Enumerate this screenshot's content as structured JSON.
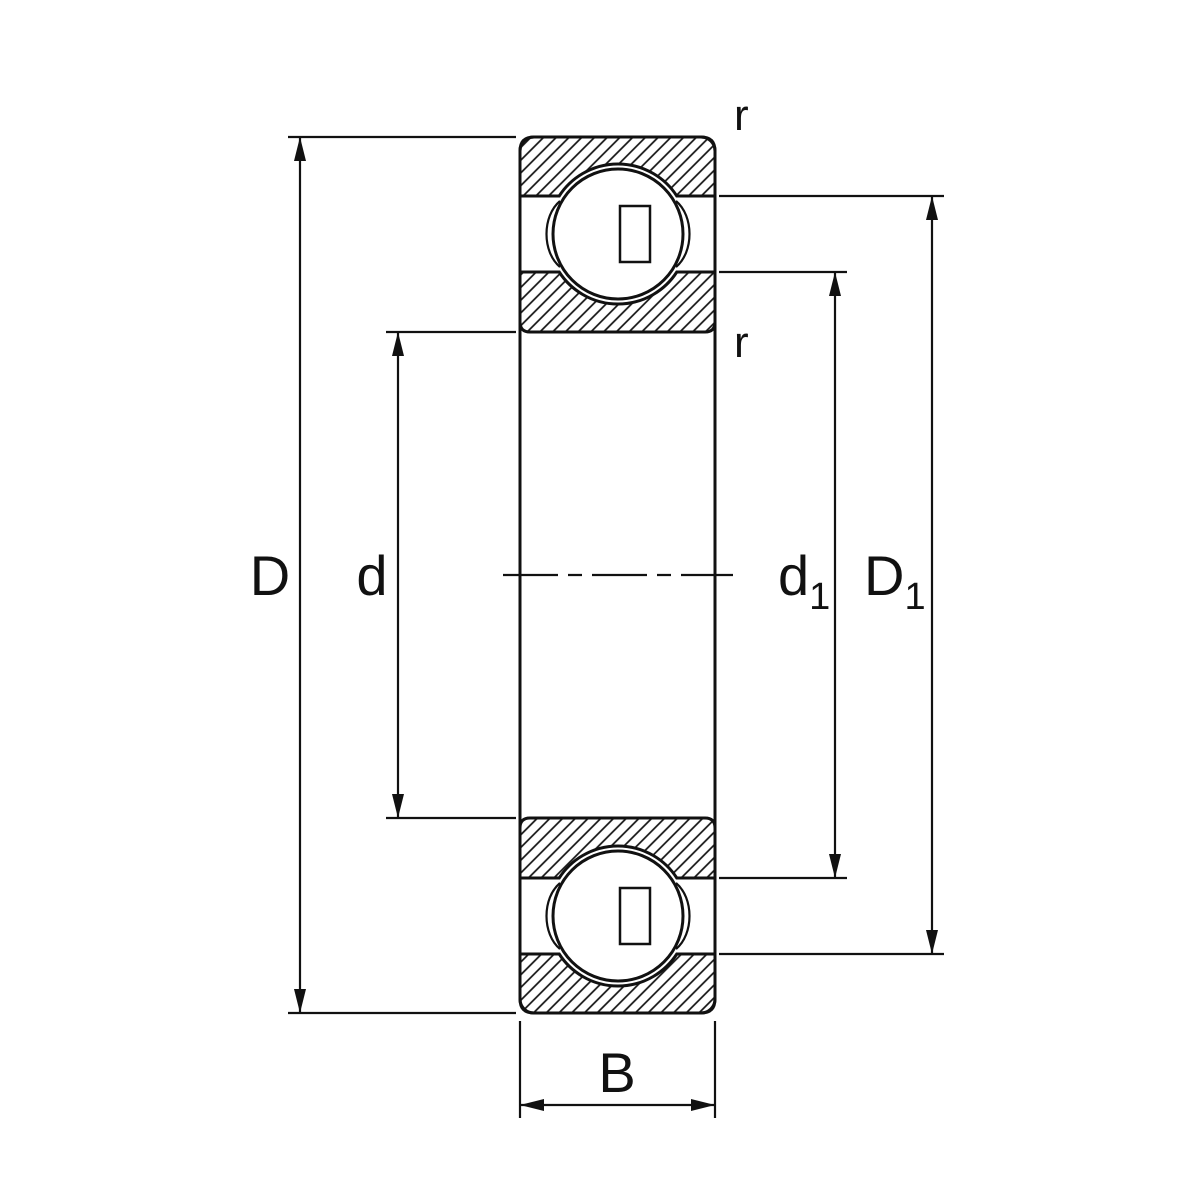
{
  "figure": {
    "type": "technical-drawing",
    "subject": "Deep groove ball bearing cross-section with dimension symbols",
    "colors": {
      "line": "#111111",
      "background": "#ffffff"
    },
    "dimensions": {
      "outer_diameter": {
        "label": "D"
      },
      "bore_diameter": {
        "label": "d"
      },
      "inner_ring_shoulder_diameter": {
        "label": "d",
        "subscript": "1"
      },
      "outer_ring_shoulder_diameter": {
        "label": "D",
        "subscript": "1"
      },
      "width": {
        "label": "B"
      },
      "chamfer_outer": {
        "label": "r"
      },
      "chamfer_inner": {
        "label": "r"
      }
    }
  }
}
